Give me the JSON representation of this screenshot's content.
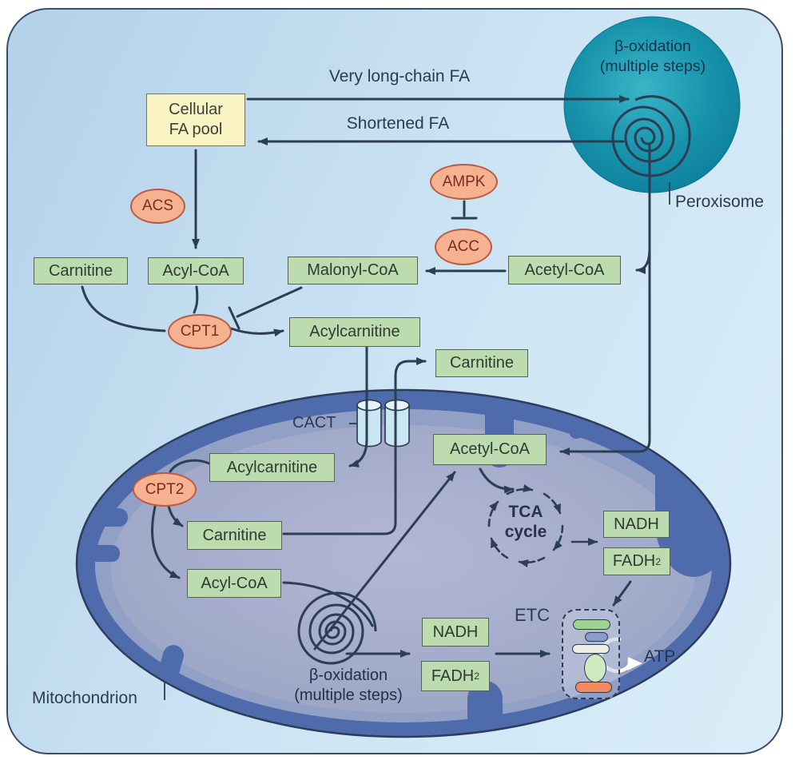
{
  "labels": {
    "very_long_chain_fa": "Very long-chain FA",
    "shortened_fa": "Shortened FA",
    "peroxisome": "Peroxisome",
    "mitochondrion": "Mitochondrion",
    "cact": "CACT",
    "tca_l1": "TCA",
    "tca_l2": "cycle",
    "etc": "ETC",
    "atp": "ATP",
    "beta_ox_l1": "β-oxidation",
    "beta_ox_l2": "(multiple steps)"
  },
  "nodes": {
    "fa_pool_l1": "Cellular",
    "fa_pool_l2": "FA pool",
    "acs": "ACS",
    "ampk": "AMPK",
    "acc": "ACC",
    "cpt1": "CPT1",
    "cpt2": "CPT2",
    "carnitine_cyto": "Carnitine",
    "acyl_coa_cyto": "Acyl-CoA",
    "malonyl_coa": "Malonyl-CoA",
    "acetyl_coa_cyto": "Acetyl-CoA",
    "acylcarnitine_cyto": "Acylcarnitine",
    "carnitine_out": "Carnitine",
    "acylcarnitine_mito": "Acylcarnitine",
    "carnitine_mito": "Carnitine",
    "acyl_coa_mito": "Acyl-CoA",
    "acetyl_coa_mito": "Acetyl-CoA",
    "nadh_tca": "NADH",
    "fadh2_tca_base": "FADH",
    "fadh2_tca_sub": "2",
    "nadh_ox": "NADH",
    "fadh2_ox_base": "FADH",
    "fadh2_ox_sub": "2"
  },
  "colors": {
    "arrow": "#2c3e55",
    "textDark": "#2c3a52",
    "cellFill1": "#b3d1e9",
    "cellFill2": "#cde4f4",
    "cellFill3": "#daeef9",
    "cellBorder": "#3d4d66",
    "greenFill": "#bcdcb0",
    "greenBorder": "#566353",
    "greenText": "#2e3b33",
    "yellowFill": "#faf4c4",
    "yellowBorder": "#75755c",
    "yellowText": "#3a4234",
    "orangeFill": "#f6b190",
    "orangeBorder": "#b95c44",
    "orangeText": "#7d2b1f",
    "peroxisomeTeal1": "#3ab4c6",
    "peroxisomeTeal2": "#0d7e9b",
    "mitoOuter": "#4e6bab",
    "mitoBand": "#92a0c6",
    "mitoMatrix": "#a6adcc",
    "mitoStroke": "#2e3d5c",
    "cylFill": "#c9e7f0",
    "cylTop": "#e6f4f8",
    "etcGreen": "#9fd490",
    "etcBlue": "#8c9cc8",
    "etcWhite": "#eef0e8",
    "etcEllipse": "#cfe9c0",
    "etcOrange": "#f28a60"
  }
}
